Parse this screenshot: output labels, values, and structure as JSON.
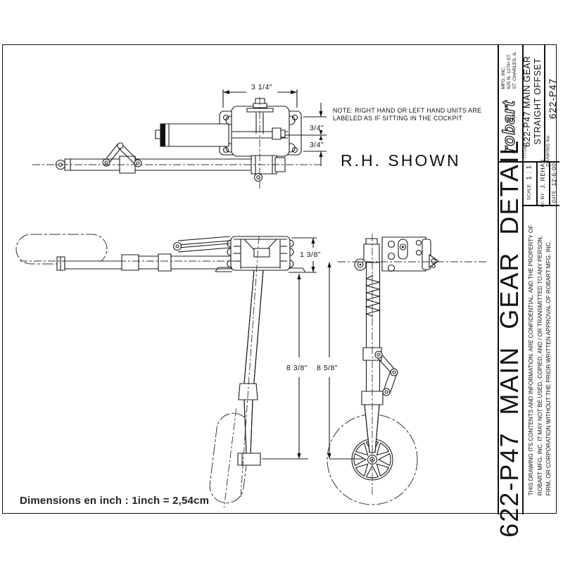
{
  "drawing": {
    "note_line1": "NOTE: RIGHT HAND OR LEFT HAND UNITS ARE",
    "note_line2": "LABELED AS IF SITTING IN THE COCKPIT",
    "rh_shown": "R.H. SHOWN",
    "bottom_note": "Dimensions en inch : 1inch = 2,54cm",
    "dims": {
      "top_width": "3 1/4\"",
      "offset_top": "3/4\"",
      "offset_bottom": "3/4\"",
      "body_height": "1 3/8\"",
      "side_length": "8 3/8\"",
      "front_length": "8 5/8\""
    }
  },
  "title_block": {
    "logo": "robart",
    "company": [
      "MFG. INC.",
      "625 N. 12TH ST.",
      "ST. CHARLES, IL"
    ],
    "title_label": "TITLE",
    "title_line1": "622-P47 MAIN GEAR",
    "title_line2": "STRAIGHT OFFSET",
    "drawing_no_label": "DRAWING No.",
    "drawing_no": "622-P47",
    "scale_label": "SCALE",
    "scale_value": "1 : 1",
    "drby_label": "Dr. BY",
    "drby_value": "J. REHAK",
    "date_label": "DATE",
    "date_value": "12-6-00",
    "side_title": "622-P47 MAIN GEAR DETAIL",
    "disclaimer1": "THIS DRAWING ITS CONTENTS AND INFORMATION, ARE CONFIDENTIAL, AND THE PROPERTY OF",
    "disclaimer2": "ROBART MFG. INC. IT MAY NOT BE USED, COPIED, AND / OR TRANSMITTED TO ANY PERSON,",
    "disclaimer3": "FIRM, OR CORPORATION WITHOUT THE PRIOR WRITTEN APPROVAL OF ROBART MFG. INC."
  }
}
